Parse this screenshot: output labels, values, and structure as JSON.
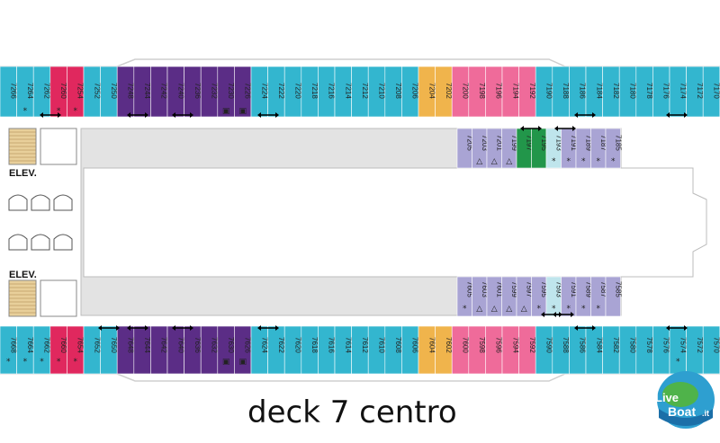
{
  "caption": "deck 7 centro",
  "elevator_label": "ELEV.",
  "logo": {
    "main": "Live",
    "sub": "Boat",
    "suffix": ".it"
  },
  "colors": {
    "teal": "#33b6cf",
    "magenta": "#e0285e",
    "purple": "#5b2d86",
    "orange": "#f0b44c",
    "pink": "#ef6b9a",
    "lavender": "#a9a4d4",
    "green": "#22964a",
    "lightblue": "#bfe5ec",
    "gray": "#e3e3e3"
  },
  "rows": {
    "top": {
      "y": 0,
      "cabins": [
        {
          "n": "7266",
          "c": "teal"
        },
        {
          "n": "7264",
          "c": "teal",
          "s": "*"
        },
        {
          "n": "7262",
          "c": "teal"
        },
        {
          "n": "7260",
          "c": "magenta",
          "s": "*"
        },
        {
          "n": "7254",
          "c": "magenta",
          "s": "*"
        },
        {
          "n": "7252",
          "c": "teal"
        },
        {
          "n": "7250",
          "c": "teal"
        },
        {
          "n": "7248",
          "c": "purple"
        },
        {
          "n": "7244",
          "c": "purple"
        },
        {
          "n": "7242",
          "c": "purple"
        },
        {
          "n": "7240",
          "c": "purple"
        },
        {
          "n": "7236",
          "c": "purple"
        },
        {
          "n": "7232",
          "c": "purple"
        },
        {
          "n": "7230",
          "c": "purple",
          "s": "▣"
        },
        {
          "n": "7226",
          "c": "purple",
          "s": "▣"
        },
        {
          "n": "7224",
          "c": "teal"
        },
        {
          "n": "7222",
          "c": "teal"
        },
        {
          "n": "7220",
          "c": "teal"
        },
        {
          "n": "7218",
          "c": "teal"
        },
        {
          "n": "7216",
          "c": "teal"
        },
        {
          "n": "7214",
          "c": "teal"
        },
        {
          "n": "7212",
          "c": "teal"
        },
        {
          "n": "7210",
          "c": "teal"
        },
        {
          "n": "7208",
          "c": "teal"
        },
        {
          "n": "7206",
          "c": "teal"
        },
        {
          "n": "7204",
          "c": "orange"
        },
        {
          "n": "7202",
          "c": "orange"
        },
        {
          "n": "7200",
          "c": "pink"
        },
        {
          "n": "7198",
          "c": "pink"
        },
        {
          "n": "7196",
          "c": "pink"
        },
        {
          "n": "7194",
          "c": "pink"
        },
        {
          "n": "7192",
          "c": "pink"
        },
        {
          "n": "7190",
          "c": "teal"
        },
        {
          "n": "7188",
          "c": "teal"
        },
        {
          "n": "7186",
          "c": "teal"
        },
        {
          "n": "7184",
          "c": "teal"
        },
        {
          "n": "7182",
          "c": "teal"
        },
        {
          "n": "7180",
          "c": "teal"
        },
        {
          "n": "7178",
          "c": "teal"
        },
        {
          "n": "7176",
          "c": "teal"
        },
        {
          "n": "7174",
          "c": "teal"
        },
        {
          "n": "7172",
          "c": "teal"
        },
        {
          "n": "7170",
          "c": "teal"
        }
      ]
    },
    "bottom": {
      "cabins": [
        {
          "n": "7668",
          "c": "teal",
          "s": "*"
        },
        {
          "n": "7664",
          "c": "teal",
          "s": "*"
        },
        {
          "n": "7662",
          "c": "teal",
          "s": "*"
        },
        {
          "n": "7660",
          "c": "magenta",
          "s": "*"
        },
        {
          "n": "7654",
          "c": "magenta",
          "s": "*"
        },
        {
          "n": "7652",
          "c": "teal"
        },
        {
          "n": "7650",
          "c": "teal"
        },
        {
          "n": "7648",
          "c": "purple"
        },
        {
          "n": "7644",
          "c": "purple"
        },
        {
          "n": "7642",
          "c": "purple"
        },
        {
          "n": "7640",
          "c": "purple"
        },
        {
          "n": "7636",
          "c": "purple"
        },
        {
          "n": "7632",
          "c": "purple"
        },
        {
          "n": "7630",
          "c": "purple",
          "s": "▣"
        },
        {
          "n": "7626",
          "c": "purple",
          "s": "▣"
        },
        {
          "n": "7624",
          "c": "teal"
        },
        {
          "n": "7622",
          "c": "teal"
        },
        {
          "n": "7620",
          "c": "teal"
        },
        {
          "n": "7618",
          "c": "teal"
        },
        {
          "n": "7616",
          "c": "teal"
        },
        {
          "n": "7614",
          "c": "teal"
        },
        {
          "n": "7612",
          "c": "teal"
        },
        {
          "n": "7610",
          "c": "teal"
        },
        {
          "n": "7608",
          "c": "teal"
        },
        {
          "n": "7606",
          "c": "teal"
        },
        {
          "n": "7604",
          "c": "orange"
        },
        {
          "n": "7602",
          "c": "orange"
        },
        {
          "n": "7600",
          "c": "pink"
        },
        {
          "n": "7598",
          "c": "pink"
        },
        {
          "n": "7596",
          "c": "pink"
        },
        {
          "n": "7594",
          "c": "pink"
        },
        {
          "n": "7592",
          "c": "pink"
        },
        {
          "n": "7590",
          "c": "teal"
        },
        {
          "n": "7588",
          "c": "teal"
        },
        {
          "n": "7586",
          "c": "teal"
        },
        {
          "n": "7584",
          "c": "teal"
        },
        {
          "n": "7582",
          "c": "teal"
        },
        {
          "n": "7580",
          "c": "teal"
        },
        {
          "n": "7578",
          "c": "teal"
        },
        {
          "n": "7576",
          "c": "teal"
        },
        {
          "n": "7574",
          "c": "teal",
          "s": "*"
        },
        {
          "n": "7572",
          "c": "teal"
        },
        {
          "n": "7570",
          "c": "teal"
        }
      ]
    },
    "inner_top": {
      "cabins": [
        {
          "n": "7205",
          "c": "lavender"
        },
        {
          "n": "7203",
          "c": "lavender",
          "s": "△"
        },
        {
          "n": "7201",
          "c": "lavender",
          "s": "△"
        },
        {
          "n": "7199",
          "c": "lavender",
          "s": "△"
        },
        {
          "n": "7197",
          "c": "green"
        },
        {
          "n": "7195",
          "c": "green"
        },
        {
          "n": "7193",
          "c": "lightblue",
          "s": "*"
        },
        {
          "n": "7191",
          "c": "lavender",
          "s": "*"
        },
        {
          "n": "7189",
          "c": "lavender",
          "s": "*"
        },
        {
          "n": "7187",
          "c": "lavender",
          "s": "*"
        },
        {
          "n": "7185",
          "c": "lavender",
          "s": "*"
        }
      ]
    },
    "inner_bottom": {
      "cabins": [
        {
          "n": "7605",
          "c": "lavender",
          "s": "*"
        },
        {
          "n": "7603",
          "c": "lavender",
          "s": "△"
        },
        {
          "n": "7601",
          "c": "lavender",
          "s": "△"
        },
        {
          "n": "7599",
          "c": "lavender",
          "s": "△"
        },
        {
          "n": "7597",
          "c": "lavender",
          "s": "△"
        },
        {
          "n": "7595",
          "c": "lavender",
          "s": "*"
        },
        {
          "n": "7593",
          "c": "lightblue",
          "s": "*"
        },
        {
          "n": "7591",
          "c": "lavender",
          "s": "*"
        },
        {
          "n": "7589",
          "c": "lavender",
          "s": "*"
        },
        {
          "n": "7587",
          "c": "lavender",
          "s": "*"
        },
        {
          "n": "7585",
          "c": "lavender"
        }
      ]
    }
  }
}
